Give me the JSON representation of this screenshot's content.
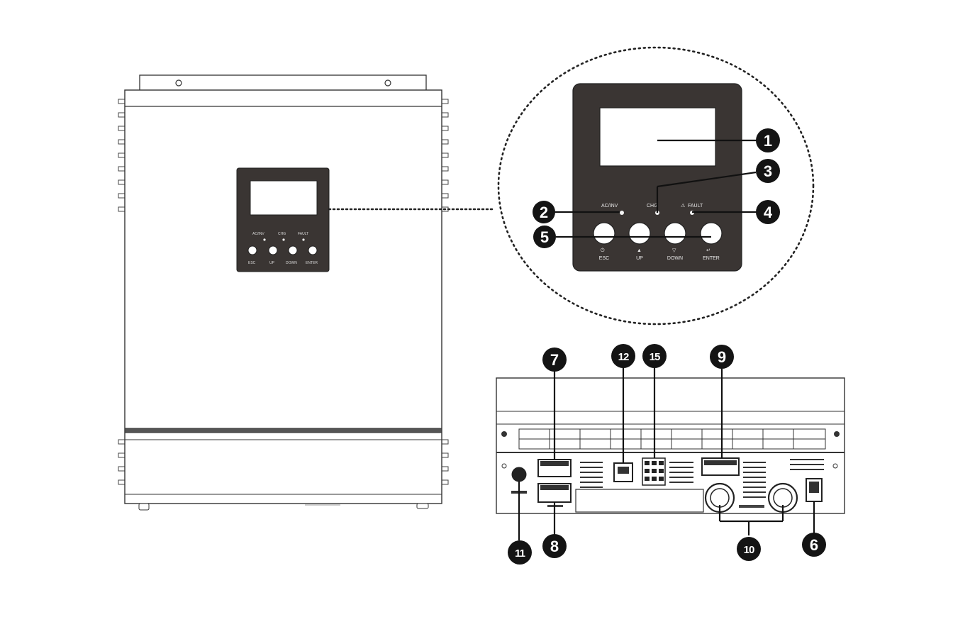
{
  "callouts": {
    "c1": "1",
    "c2": "2",
    "c3": "3",
    "c4": "4",
    "c5": "5",
    "c6": "6",
    "c7": "7",
    "c8": "8",
    "c9": "9",
    "c10": "10",
    "c11": "11",
    "c12": "12",
    "c15": "15"
  },
  "front_panel": {
    "leds": {
      "ac_inv": "AC/INV",
      "chg": "CHG",
      "fault": "FAULT"
    },
    "buttons": {
      "esc": "ESC",
      "up": "UP",
      "down": "DOWN",
      "enter": "ENTER"
    }
  },
  "colors": {
    "panel_dark": "#3a3533",
    "line": "#2a2a2a",
    "badge": "#141414",
    "background": "#ffffff"
  },
  "icons": [
    "power-icon",
    "up-arrow-icon",
    "down-arrow-icon",
    "enter-icon",
    "warning-icon"
  ]
}
